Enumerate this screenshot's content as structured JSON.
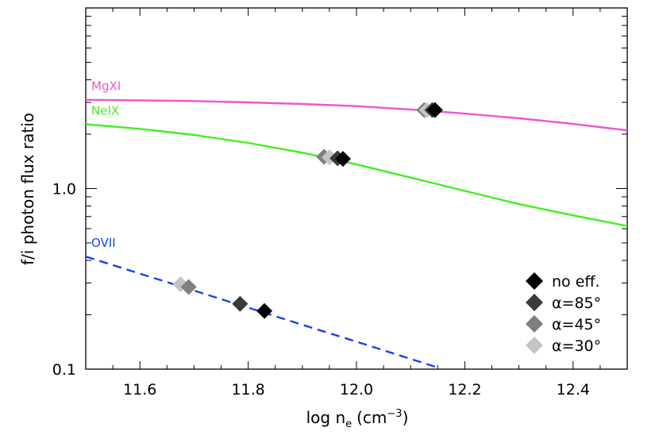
{
  "chart_data": {
    "type": "line",
    "xlabel": "log n",
    "xlabel_sub": "e",
    "xlabel_unit_pre": "(cm",
    "xlabel_unit_sup": "−3",
    "xlabel_unit_post": ")",
    "ylabel": "f/i photon flux ratio",
    "xlim": [
      11.5,
      12.5
    ],
    "ylim": [
      0.1,
      10.0
    ],
    "yscale": "log",
    "grid": false,
    "x_ticks": [
      11.6,
      11.8,
      12.0,
      12.2,
      12.4
    ],
    "x_tick_labels": [
      "11.6",
      "11.8",
      "12.0",
      "12.2",
      "12.4"
    ],
    "y_ticks": [
      1.0,
      0.1
    ],
    "y_tick_labels": [
      "1.0",
      "0.1"
    ],
    "series": [
      {
        "name": "MgXI",
        "color": "#ee55cc",
        "style": "solid",
        "x": [
          11.5,
          11.6,
          11.7,
          11.8,
          11.9,
          12.0,
          12.1,
          12.2,
          12.3,
          12.4,
          12.5
        ],
        "y": [
          3.1,
          3.08,
          3.05,
          3.0,
          2.94,
          2.86,
          2.74,
          2.6,
          2.45,
          2.28,
          2.1
        ]
      },
      {
        "name": "NeIX",
        "color": "#44ee22",
        "style": "solid",
        "x": [
          11.5,
          11.6,
          11.7,
          11.8,
          11.9,
          12.0,
          12.1,
          12.2,
          12.3,
          12.4,
          12.5
        ],
        "y": [
          2.27,
          2.14,
          1.98,
          1.79,
          1.58,
          1.36,
          1.15,
          0.97,
          0.82,
          0.71,
          0.62
        ]
      },
      {
        "name": "OVII",
        "color": "#1144ee",
        "style": "dashed",
        "x": [
          11.5,
          11.6,
          11.7,
          11.8,
          11.9,
          12.0,
          12.1,
          12.15
        ],
        "y": [
          0.42,
          0.338,
          0.272,
          0.219,
          0.176,
          0.142,
          0.114,
          0.102
        ]
      }
    ],
    "markers": {
      "legend": [
        {
          "label": "no eff.",
          "color": "#000000"
        },
        {
          "label": "α=85°",
          "color": "#3a3a3a"
        },
        {
          "label": "α=45°",
          "color": "#7f7f7f"
        },
        {
          "label": "α=30°",
          "color": "#c4c4c4"
        }
      ],
      "points": [
        {
          "x": 11.675,
          "y": 0.295,
          "color": "#c4c4c4"
        },
        {
          "x": 11.69,
          "y": 0.285,
          "color": "#7f7f7f"
        },
        {
          "x": 11.785,
          "y": 0.23,
          "color": "#3a3a3a"
        },
        {
          "x": 11.83,
          "y": 0.21,
          "color": "#000000"
        },
        {
          "x": 11.94,
          "y": 1.5,
          "color": "#7f7f7f"
        },
        {
          "x": 11.95,
          "y": 1.49,
          "color": "#c4c4c4"
        },
        {
          "x": 11.965,
          "y": 1.47,
          "color": "#3a3a3a"
        },
        {
          "x": 11.975,
          "y": 1.46,
          "color": "#000000"
        },
        {
          "x": 12.125,
          "y": 2.72,
          "color": "#7f7f7f"
        },
        {
          "x": 12.13,
          "y": 2.72,
          "color": "#c4c4c4"
        },
        {
          "x": 12.14,
          "y": 2.72,
          "color": "#3a3a3a"
        },
        {
          "x": 12.145,
          "y": 2.72,
          "color": "#000000"
        }
      ]
    },
    "legend_position": "bottom-right"
  }
}
